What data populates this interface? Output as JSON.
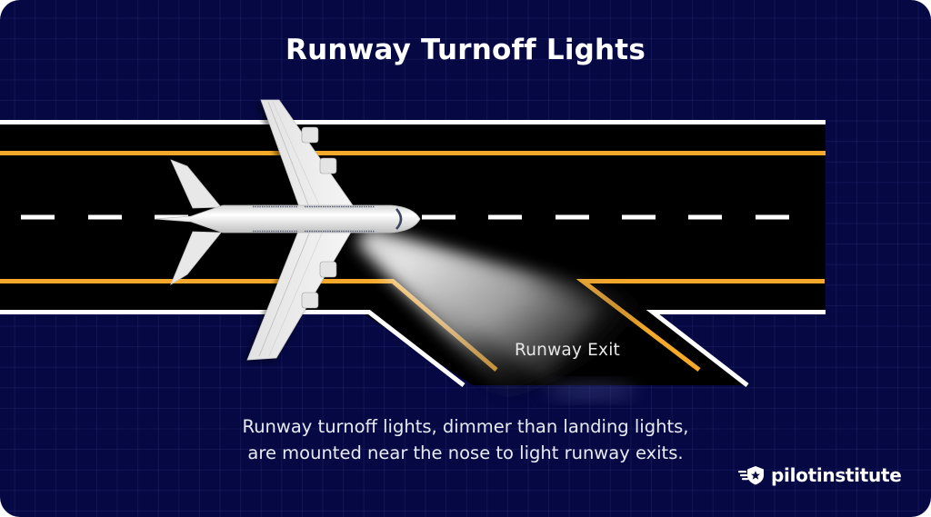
{
  "header": {
    "title": "Runway Turnoff Lights"
  },
  "diagram": {
    "exit_label": "Runway Exit",
    "elements": [
      "runway",
      "runway-centerline",
      "runway-edge-lines",
      "runway-exit-taxiway",
      "airplane",
      "turnoff-light-beam"
    ],
    "colors": {
      "background": "#050843",
      "grid": "#1a2060",
      "runway": "#000000",
      "edge_white": "#ffffff",
      "edge_orange": "#f4a92a",
      "airplane": "#eeeeee",
      "beam": "#d8d8d8"
    }
  },
  "caption": {
    "line1": "Runway turnoff lights, dimmer than landing lights,",
    "line2": "are mounted near the nose to light runway exits."
  },
  "brand": {
    "name": "pilotinstitute",
    "icon": "shield-star-wings-icon"
  }
}
